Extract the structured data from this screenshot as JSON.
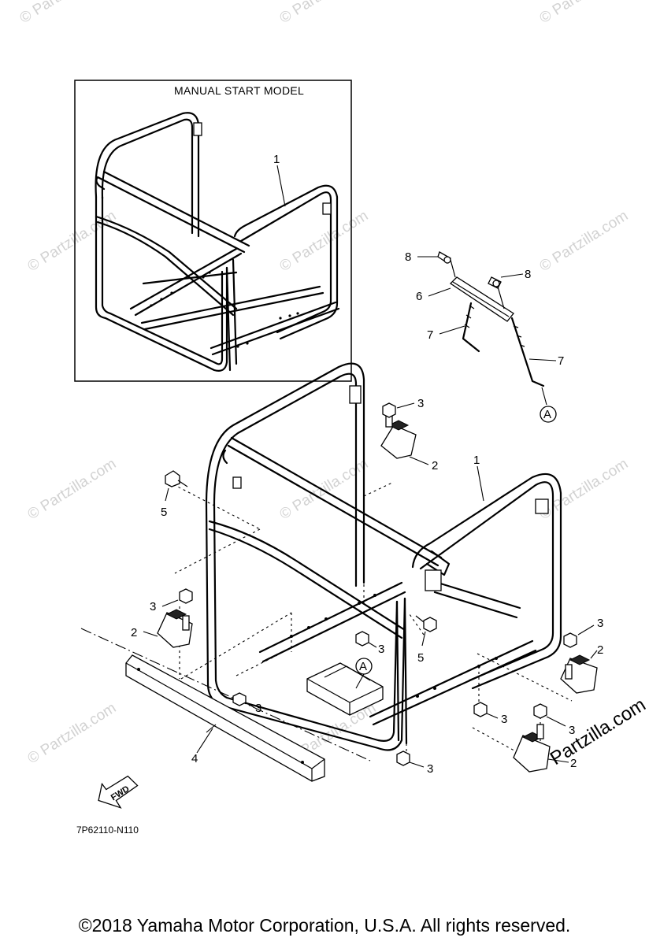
{
  "panel_title": "MANUAL START MODEL",
  "diagram_code": "7P62110-N110",
  "fwd_label": "FWD",
  "ref_label": "A",
  "watermark": "© Partzilla.com",
  "watermark_brand": "Partzilla.com",
  "copyright": "©2018  Yamaha Motor Corporation, U.S.A. All rights reserved.",
  "callouts": [
    "1",
    "2",
    "3",
    "4",
    "5",
    "6",
    "7",
    "8"
  ]
}
